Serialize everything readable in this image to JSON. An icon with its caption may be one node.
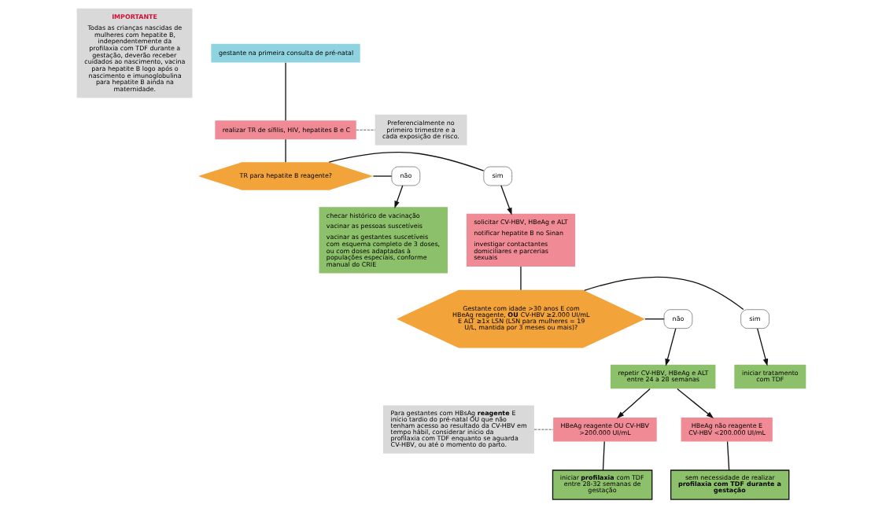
{
  "diagram": {
    "nodes": [
      {
        "text": [
          "IMPORTANTE",
          "Todas as crianças nascidas de mulheres com hepatite B, independentemente da profilaxia com TDF durante a gestação, deverão receber cuidados ao nascimento, vacina para hepatite B logo após o nascimento e imunoglobulina para hepatite B ainda na maternidade."
        ]
      },
      {
        "text": [
          "gestante na primeira consulta de pré-natal"
        ]
      },
      {
        "text": [
          "realizar TR de sífilis, HIV, hepatites B e C"
        ]
      },
      {
        "text": [
          "Preferencialmente no primeiro trimestre e a cada exposição de risco."
        ]
      },
      {
        "text": [
          "TR para hepatite B reagente?"
        ]
      },
      {
        "text": [
          "sim"
        ]
      },
      {
        "text": [
          "não"
        ]
      },
      {
        "text": [
          "solicitar CV-HBV, HBeAg e ALT",
          "notificar hepatite B no Sinan",
          "investigar contactantes domiciliares e parcerias sexuais"
        ]
      },
      {
        "text": [
          "checar histórico de vacinação",
          "vacinar as pessoas suscetíveis",
          "vacinar as gestantes suscetíveis com esquema completo de 3 doses, ou com doses adaptadas à populações especiais, conforme manual do CRIE"
        ]
      },
      {
        "text": [
          "Gestante com idade >30 anos E com HBeAg reagente, **OU** CV-HBV ≥2.000 UI/mL E ALT ≥1x LSN (LSN para mulheres = 19 U/L, mantida por 3 meses ou mais)?"
        ]
      },
      {
        "text": [
          "sim"
        ]
      },
      {
        "text": [
          "não"
        ]
      },
      {
        "text": [
          "iniciar tratamento com TDF"
        ]
      },
      {
        "text": [
          "repetir CV-HBV, HBeAg e ALT entre 24 a 28 semanas"
        ]
      },
      {
        "text": [
          "Para gestantes com HBsAg **reagente** E início tardio do pré-natal OU que não tenham acesso ao resultado da CV-HBV em tempo hábil, considerar início da profilaxia com TDF enquanto se aguarda CV-HBV, ou até o momento do parto."
        ]
      },
      {
        "text": [
          "HBeAg reagente OU CV-HBV >200.000 UI/mL"
        ]
      },
      {
        "text": [
          "HBeAg não reagente E CV-HBV <200.000 UI/mL"
        ]
      },
      {
        "text": [
          "iniciar **profilaxia** com TDF entre 28-32 semanas de gestação"
        ]
      },
      {
        "text": [
          "sem necessidade de realizar **profilaxia com TDF durante a gestação**"
        ]
      }
    ],
    "edges": [
      {
        "from": 1,
        "to": 2,
        "arrow": "none"
      },
      {
        "from": 2,
        "to": 3,
        "arrow": "none",
        "style": "dashed"
      },
      {
        "from": 2,
        "to": 4,
        "arrow": "none"
      },
      {
        "from": 4,
        "to": 5,
        "arrow": "none"
      },
      {
        "from": 4,
        "to": 6,
        "arrow": "none"
      },
      {
        "from": 5,
        "to": 7,
        "arrow": "to"
      },
      {
        "from": 6,
        "to": 8,
        "arrow": "to"
      },
      {
        "from": 7,
        "to": 9,
        "arrow": "none"
      },
      {
        "from": 9,
        "to": 10,
        "arrow": "none"
      },
      {
        "from": 9,
        "to": 11,
        "arrow": "none"
      },
      {
        "from": 10,
        "to": 12,
        "arrow": "to"
      },
      {
        "from": 11,
        "to": 13,
        "arrow": "to"
      },
      {
        "from": 13,
        "to": 15,
        "arrow": "to"
      },
      {
        "from": 13,
        "to": 16,
        "arrow": "to"
      },
      {
        "from": 14,
        "to": 15,
        "arrow": "none",
        "style": "dashed"
      },
      {
        "from": 15,
        "to": 17,
        "arrow": "none"
      },
      {
        "from": 16,
        "to": 18,
        "arrow": "none"
      }
    ]
  }
}
